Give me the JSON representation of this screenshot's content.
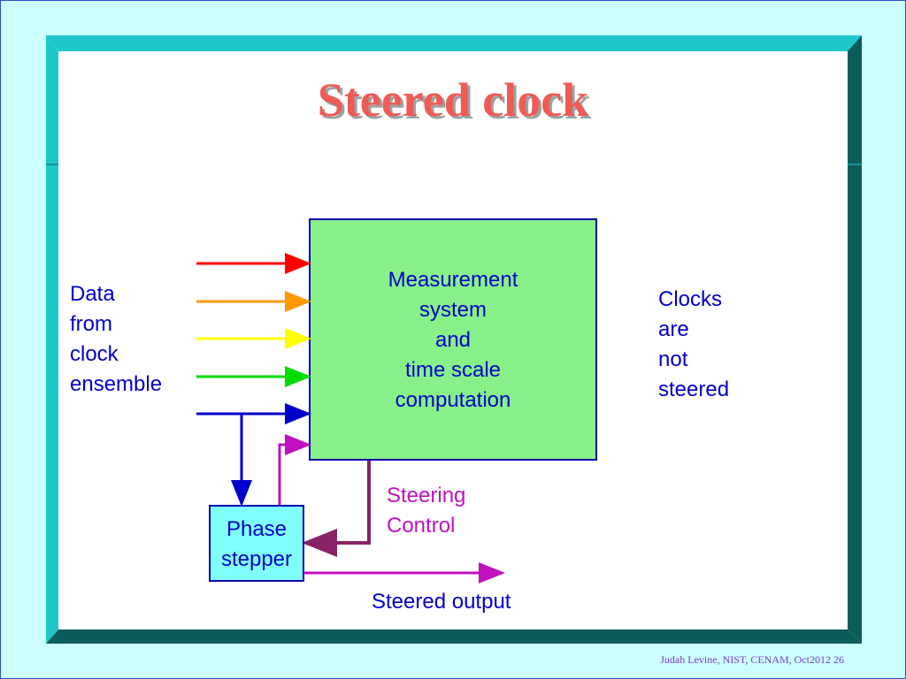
{
  "slide": {
    "title": "Steered clock",
    "footer": "Judah Levine, NIST, CENAM, Oct2012 26"
  },
  "diagram": {
    "input_label": "Data\nfrom\nclock\nensemble",
    "process_block": "Measurement\nsystem\nand\ntime scale\ncomputation",
    "note": "Clocks\nare\nnot\nsteered",
    "control_label": "Steering\nControl",
    "stepper_block": "Phase\nstepper",
    "output_label": "Steered output"
  },
  "colors": {
    "background": "#ccffff",
    "frame_light": "#1ec8c8",
    "frame_dark": "#0d5c5c",
    "process_block_fill": "#88f088",
    "stepper_block_fill": "#80ffff",
    "title": "#f05a55",
    "text": "#0000c8",
    "control_text": "#c010c0"
  }
}
